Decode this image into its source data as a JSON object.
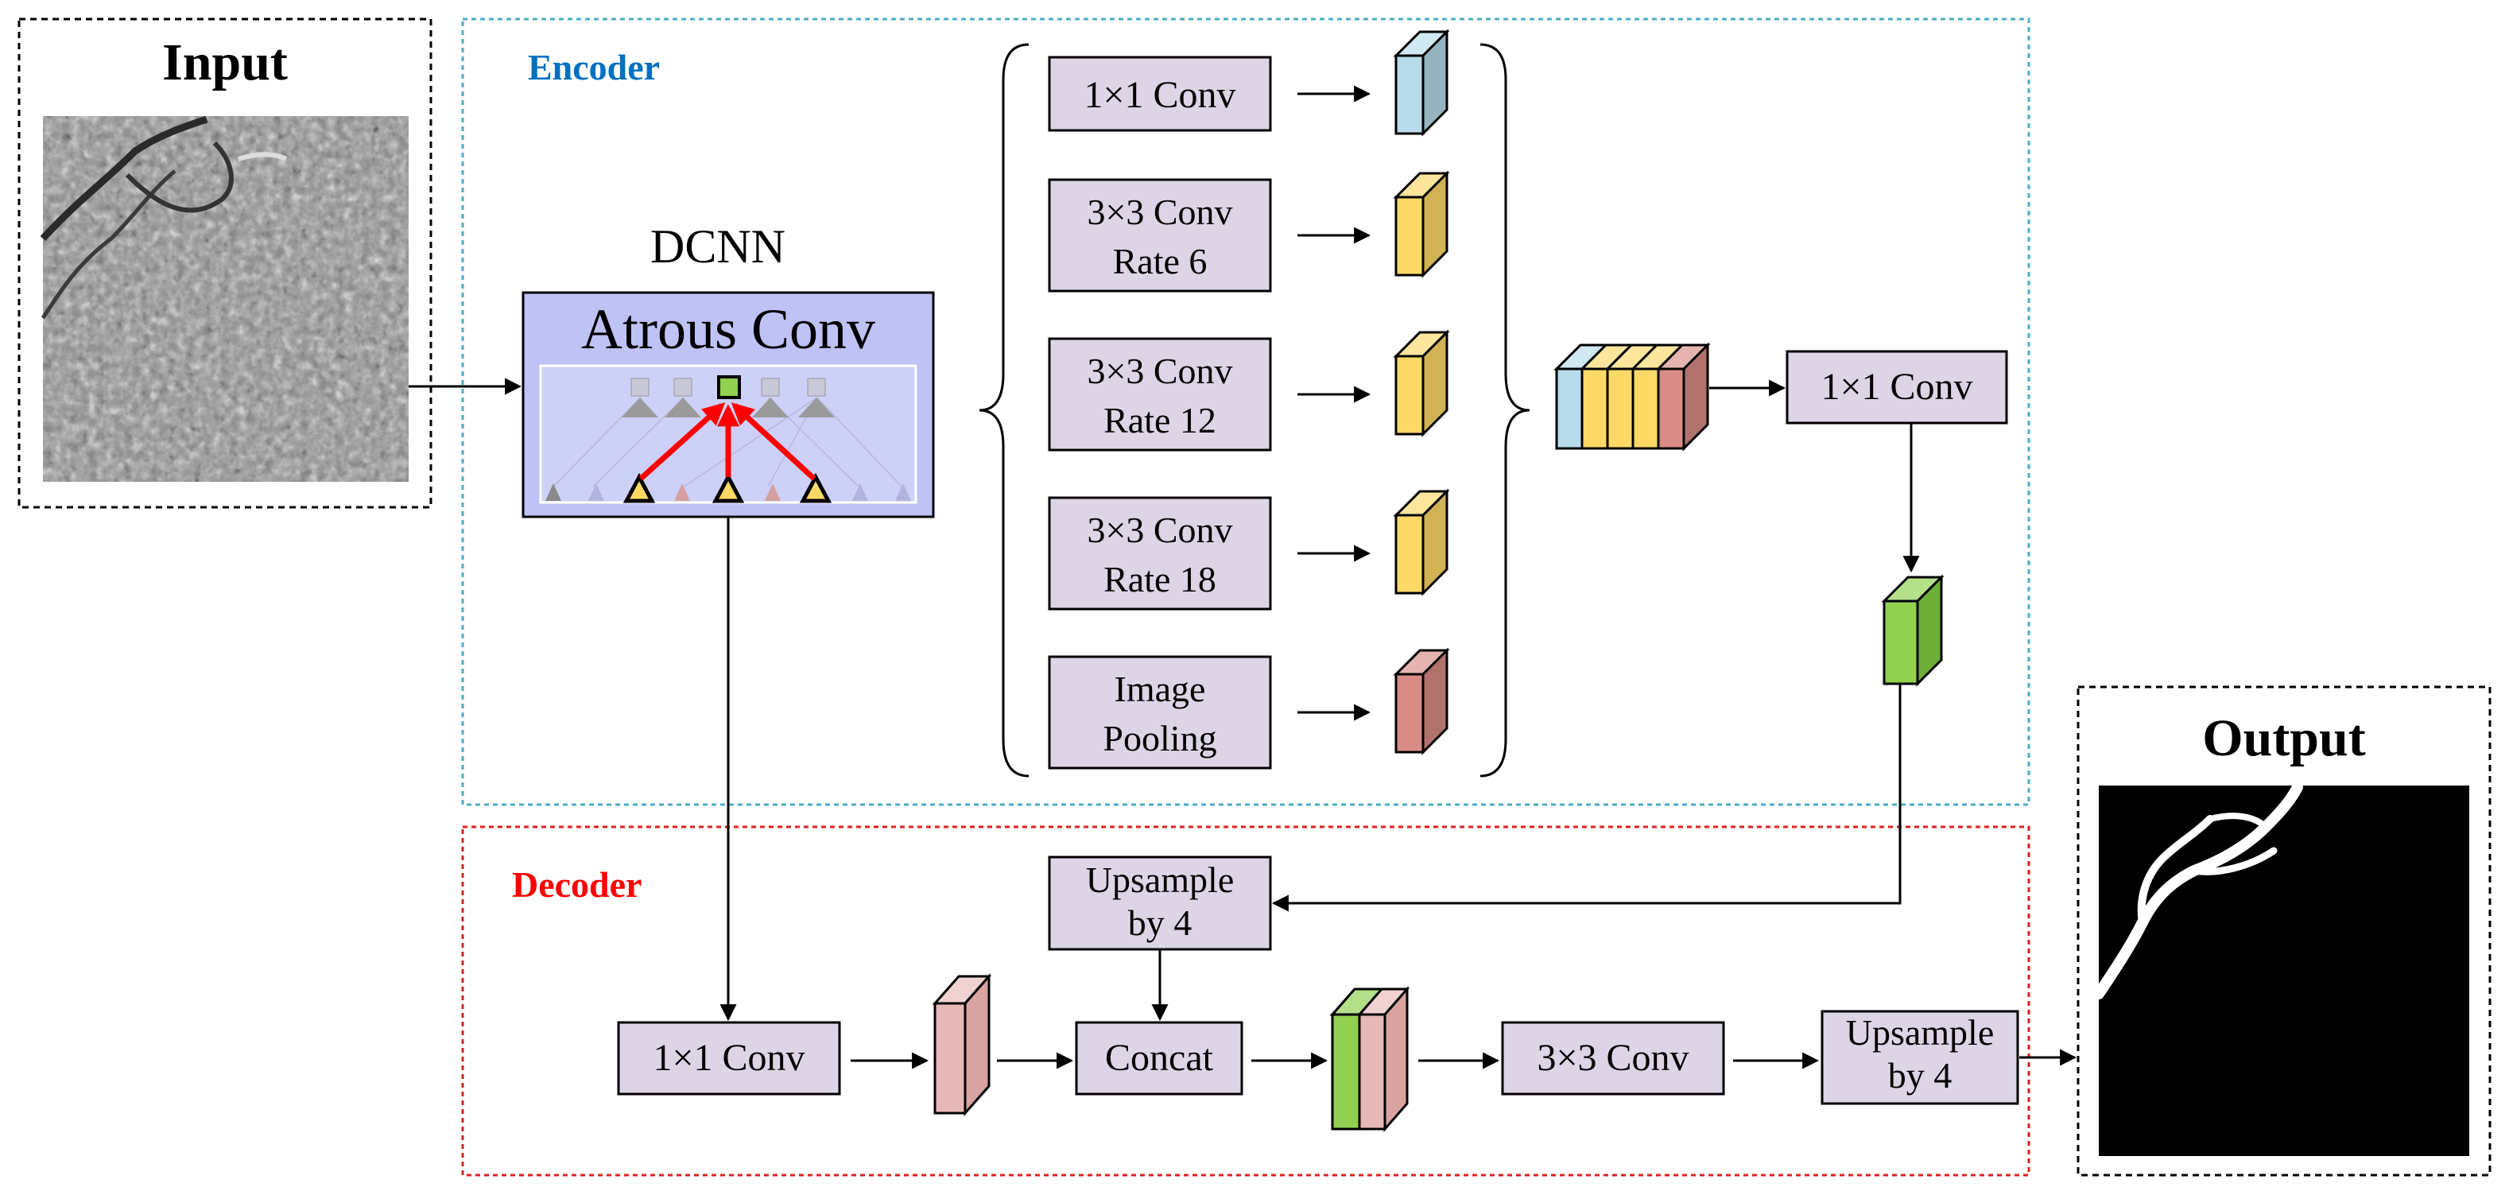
{
  "input": {
    "title": "Input"
  },
  "output": {
    "title": "Output"
  },
  "encoder": {
    "label": "Encoder",
    "dcnn_label": "DCNN",
    "atrous_label": "Atrous Conv",
    "branches": [
      {
        "lines": [
          "1×1 Conv"
        ],
        "cube_color": "#b7dbe9"
      },
      {
        "lines": [
          "3×3 Conv",
          "Rate 6"
        ],
        "cube_color": "#ffd966"
      },
      {
        "lines": [
          "3×3 Conv",
          "Rate 12"
        ],
        "cube_color": "#ffd966"
      },
      {
        "lines": [
          "3×3 Conv",
          "Rate 18"
        ],
        "cube_color": "#ffd966"
      },
      {
        "lines": [
          "Image",
          "Pooling"
        ],
        "cube_color": "#d98c85"
      }
    ],
    "merge_conv": "1×1 Conv"
  },
  "decoder": {
    "label": "Decoder",
    "upsample_top": [
      "Upsample",
      "by 4"
    ],
    "low_conv": "1×1 Conv",
    "concat": "Concat",
    "conv3": "3×3 Conv",
    "upsample_final": [
      "Upsample",
      "by 4"
    ]
  },
  "colors": {
    "encoder_border": "#4aaec8",
    "encoder_text": "#0070c0",
    "decoder_border": "#e02020",
    "decoder_text": "#ff0000",
    "box_fill": "#dcd5e6",
    "atrous_fill": "#bfc2f5",
    "arrow": "#000000",
    "red_arrow": "#ff0000",
    "green": "#92d050",
    "pink": "#e6b8b7"
  }
}
